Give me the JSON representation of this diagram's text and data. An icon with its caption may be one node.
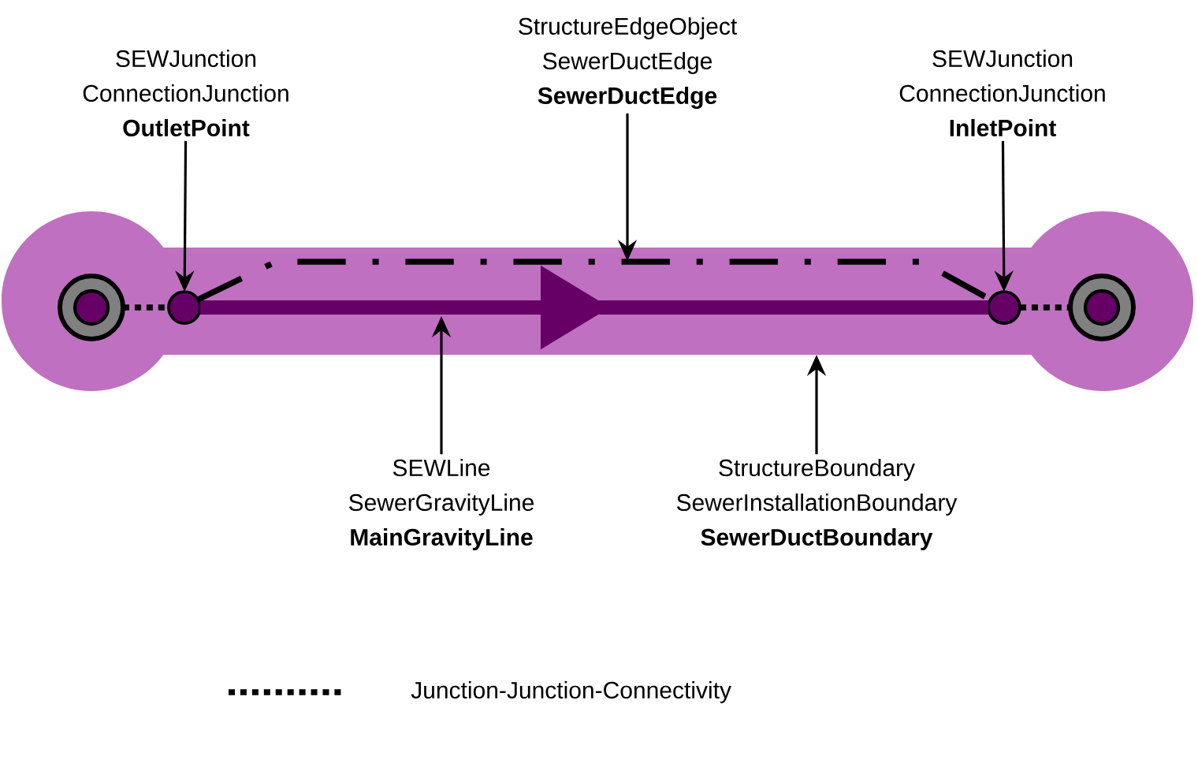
{
  "diagram": {
    "nodes": [
      {
        "text": [
          "SEWJunction",
          "ConnectionJunction",
          "OutletPoint"
        ]
      },
      {
        "text": [
          "StructureEdgeObject",
          "SewerDuctEdge",
          "SewerDuctEdge"
        ]
      },
      {
        "text": [
          "SEWJunction",
          "ConnectionJunction",
          "InletPoint"
        ]
      },
      {
        "text": [],
        "shape": "bar"
      },
      {
        "text": [],
        "shape": "circle",
        "in": 3
      },
      {
        "text": [],
        "shape": "circle",
        "in": 3
      },
      {
        "text": [],
        "shape": "circle",
        "in": 3
      },
      {
        "text": [],
        "shape": "circle",
        "in": 3
      },
      {
        "text": [
          "SEWLine",
          "SewerGravityLine",
          "MainGravityLine"
        ]
      },
      {
        "text": [
          "StructureBoundary",
          "SewerInstallationBoundary",
          "SewerDuctBoundary"
        ]
      }
    ],
    "edges": [
      {
        "from": 4,
        "to": 5,
        "arrow": "none",
        "style": "dashed"
      },
      {
        "from": 6,
        "to": 7,
        "arrow": "none",
        "style": "dashed"
      },
      {
        "from": 5,
        "to": 6,
        "arrow": "to",
        "style": "thick",
        "color": "#660066"
      },
      {
        "from": 5,
        "to": 6,
        "arrow": "none",
        "style": "dashed"
      },
      {
        "from": 0,
        "to": 5,
        "arrow": "to"
      },
      {
        "from": 1,
        "to": null,
        "arrow": "to"
      },
      {
        "from": 2,
        "to": 6,
        "arrow": "to"
      },
      {
        "from": 8,
        "to": null,
        "arrow": "to"
      },
      {
        "from": 9,
        "to": 3,
        "arrow": "to"
      }
    ],
    "legend": [
      {
        "text": "Junction-Junction-Connectivity"
      }
    ]
  }
}
